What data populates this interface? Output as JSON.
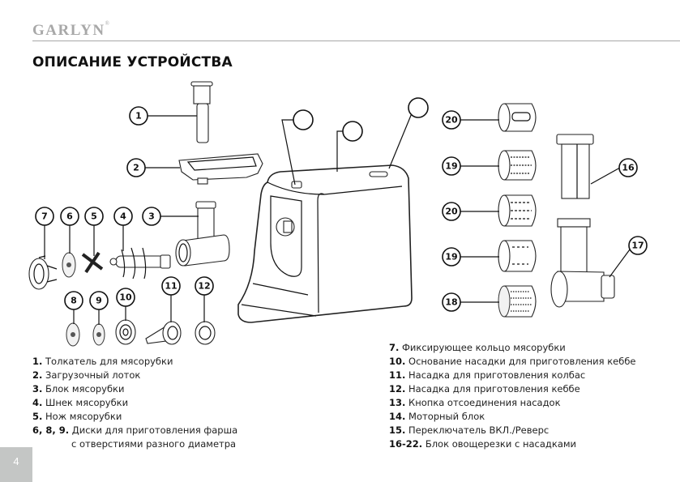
{
  "header": {
    "brand": "GARLYN",
    "brand_mark": "®"
  },
  "page_title": "ОПИСАНИЕ УСТРОЙСТВА",
  "page_number": "4",
  "callouts": {
    "c1": "1",
    "c2": "2",
    "c3": "3",
    "c4": "4",
    "c5": "5",
    "c6": "6",
    "c7": "7",
    "c8": "8",
    "c9": "9",
    "c10": "10",
    "c11": "11",
    "c12": "12",
    "c13": "",
    "c14": "",
    "c15": "",
    "c16": "16",
    "c17": "17",
    "c18": "18",
    "c19a": "19",
    "c19b": "19",
    "c20a": "20",
    "c20b": "20"
  },
  "legend_left": [
    {
      "num": "1.",
      "text": "Толкатель для мясорубки"
    },
    {
      "num": "2.",
      "text": "Загрузочный лоток"
    },
    {
      "num": "3.",
      "text": "Блок мясорубки"
    },
    {
      "num": "4.",
      "text": "Шнек мясорубки"
    },
    {
      "num": "5.",
      "text": "Нож мясорубки"
    },
    {
      "num": "6, 8, 9.",
      "text": "Диски для приготовления фарша"
    },
    {
      "num": "",
      "text": "с отверстиями разного диаметра"
    }
  ],
  "legend_right": [
    {
      "num": "7.",
      "text": "Фиксирующее кольцо мясорубки"
    },
    {
      "num": "10.",
      "text": "Основание насадки для приготовления кеббе"
    },
    {
      "num": "11.",
      "text": "Насадка для приготовления колбас"
    },
    {
      "num": "12.",
      "text": "Насадка для приготовления кеббе"
    },
    {
      "num": "13.",
      "text": "Кнопка отсоединения насадок"
    },
    {
      "num": "14.",
      "text": "Моторный блок"
    },
    {
      "num": "15.",
      "text": "Переключатель ВКЛ./Реверс"
    },
    {
      "num": "16-22.",
      "text": "Блок овощерезки с насадками"
    }
  ]
}
